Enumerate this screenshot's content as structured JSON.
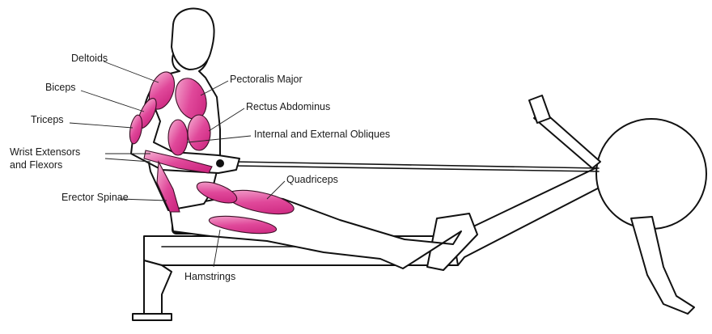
{
  "figure": {
    "labels": {
      "deltoids": "Deltoids",
      "biceps": "Biceps",
      "triceps": "Triceps",
      "wrist_line1": "Wrist Extensors",
      "wrist_line2": "and Flexors",
      "erector": "Erector Spinae",
      "pectoralis": "Pectoralis Major",
      "rectus": "Rectus Abdominus",
      "obliques": "Internal and External Obliques",
      "quadriceps": "Quadriceps",
      "hamstrings": "Hamstrings"
    },
    "colors": {
      "muscle_fill": "#e0489a",
      "muscle_light": "#f2a3cb",
      "outline": "#111111",
      "seat": "#111111"
    }
  }
}
